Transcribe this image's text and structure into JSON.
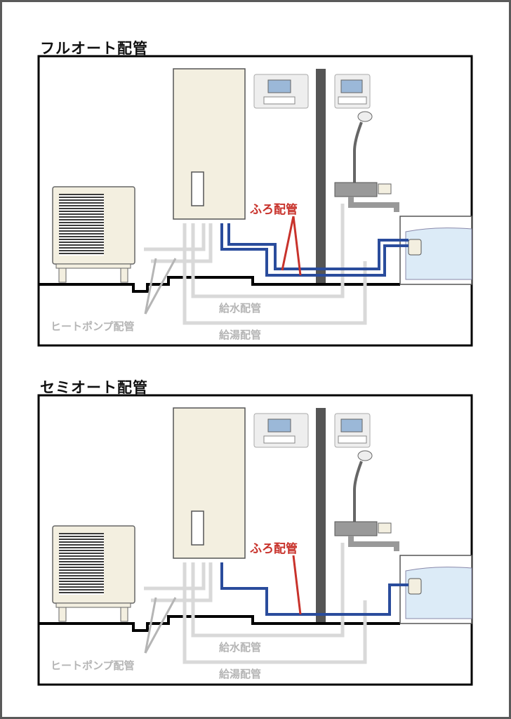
{
  "diagrams": [
    {
      "title": "フルオート配管",
      "labels": {
        "furo": "ふろ配管",
        "heat_pump": "ヒートポンプ配管",
        "water_supply": "給水配管",
        "hot_water_supply": "給湯配管"
      }
    },
    {
      "title": "セミオート配管",
      "labels": {
        "furo": "ふろ配管",
        "heat_pump": "ヒートポンプ配管",
        "water_supply": "給水配管",
        "hot_water_supply": "給湯配管"
      }
    }
  ],
  "colors": {
    "frame": "#000000",
    "pipe_gray": "#d9d9d9",
    "pipe_blue": "#2a4c9c",
    "label_red": "#c8322b",
    "label_gray": "#b5b5b5",
    "tank": "#f3efe0",
    "wall": "#555555",
    "bath_water": "#dcebf7"
  }
}
